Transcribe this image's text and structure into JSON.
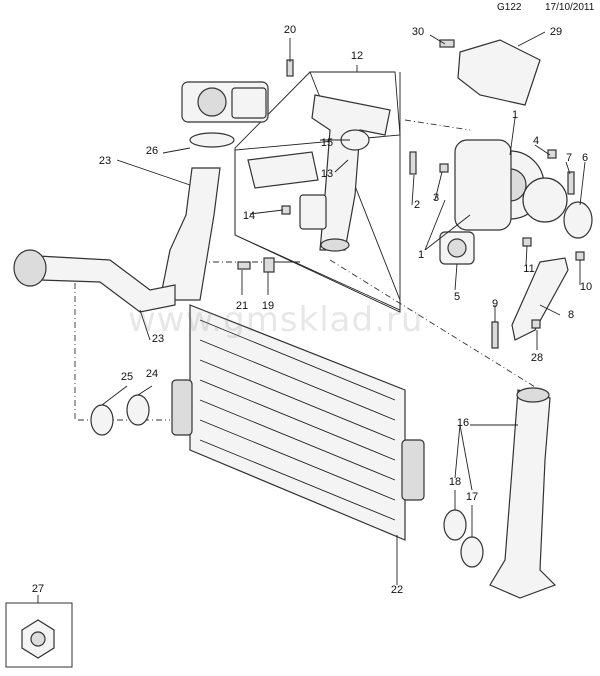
{
  "header": {
    "code": "G122",
    "date": "17/10/2011"
  },
  "watermark": "www.gmsklad.ru",
  "callouts": {
    "c1": "1",
    "c2": "2",
    "c3": "3",
    "c4": "4",
    "c5": "5",
    "c6": "6",
    "c7": "7",
    "c8": "8",
    "c9": "9",
    "c10": "10",
    "c11": "11",
    "c12": "12",
    "c13": "13",
    "c14": "14",
    "c15": "15",
    "c16": "16",
    "c17": "17",
    "c18": "18",
    "c19": "19",
    "c20": "20",
    "c21": "21",
    "c22": "22",
    "c23a": "23",
    "c23b": "23",
    "c24": "24",
    "c25": "25",
    "c26": "26",
    "c27": "27",
    "c28": "28",
    "c29": "29",
    "c30": "30"
  }
}
